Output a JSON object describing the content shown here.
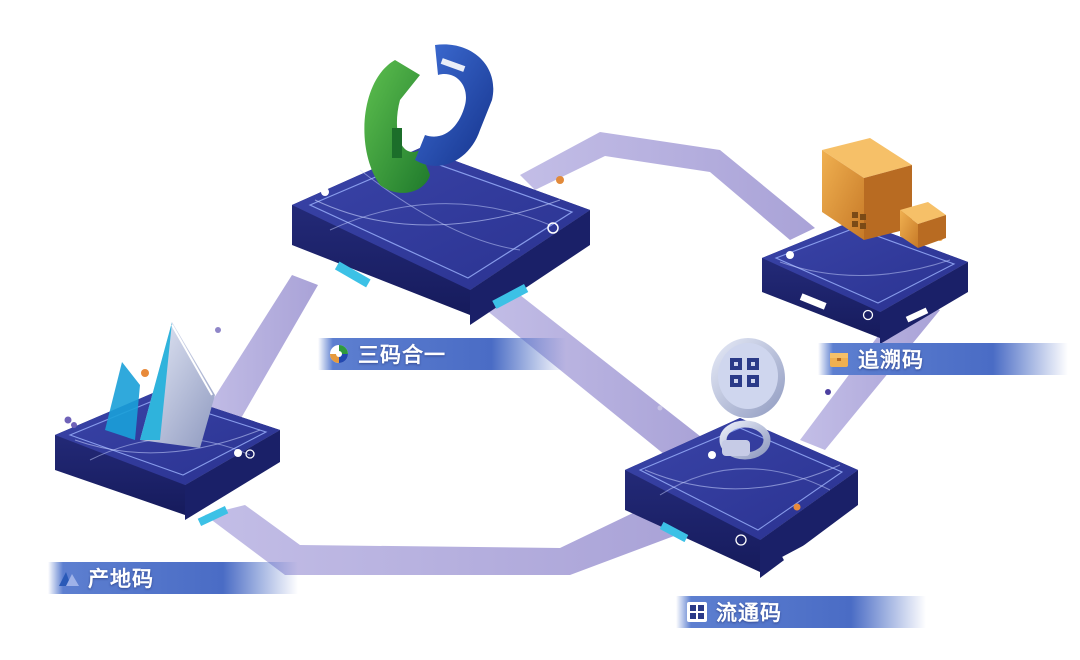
{
  "labels": {
    "origin_code": "产地码",
    "three_in_one": "三码合一",
    "trace_code": "追溯码",
    "circulation_code": "流通码"
  },
  "colors": {
    "platform_top": "#31399a",
    "platform_side": "#1f2677",
    "connector_band": "#a6a0d6",
    "label_bg": "#4a6cc5",
    "accent_green": "#2f9a3e",
    "accent_blue": "#2348b0",
    "accent_orange": "#e69a3c",
    "accent_cyan": "#2fb3dc"
  },
  "icons": [
    "mountain-icon",
    "palette-icon",
    "box-icon",
    "qr-grid-icon"
  ]
}
